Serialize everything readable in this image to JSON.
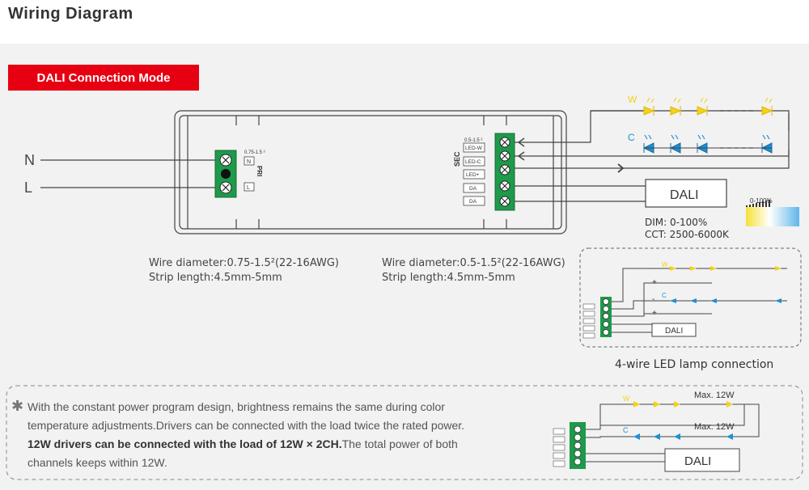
{
  "header": {
    "title": "Wiring Diagram"
  },
  "mode_label": "DALI Connection Mode",
  "input": {
    "n_label": "N",
    "l_label": "L"
  },
  "pri_block": {
    "spec": "0.75-1.5 ²",
    "terminals": [
      "N",
      "L"
    ],
    "label": "PRI"
  },
  "sec_block": {
    "spec": "0.5-1.5 ²",
    "label": "SEC",
    "terminals": [
      "LED-W",
      "LED-C",
      "LED+",
      "DA",
      "DA"
    ]
  },
  "led_rows": {
    "warm_label": "W",
    "cool_label": "C"
  },
  "dali_box": "DALI",
  "gradient": {
    "label": "0-100%"
  },
  "dim_spec": {
    "dim": "DIM: 0-100%",
    "cct": "CCT: 2500-6000K"
  },
  "wire_specs": [
    {
      "diameter": "Wire diameter:0.75-1.5²(22-16AWG)",
      "strip": "Strip length:4.5mm-5mm"
    },
    {
      "diameter": "Wire diameter:0.5-1.5²(22-16AWG)",
      "strip": "Strip length:4.5mm-5mm"
    }
  ],
  "four_wire": {
    "caption": "4-wire LED lamp connection",
    "dali": "DALI",
    "minus": "-",
    "plus": "+",
    "w": "W",
    "c": "C"
  },
  "note": {
    "symbol": "✱",
    "line1": "With the constant power program design, brightness remains the same during color",
    "line2": "temperature adjustments.Drivers can be connected with the load twice the rated power.",
    "bold": "12W drivers can be connected with the load of 12W × 2CH.",
    "rest": "The total power of both",
    "line4": "channels keeps within 12W."
  },
  "max_diagram": {
    "max_w": "Max. 12W",
    "max_c": "Max. 12W",
    "w": "W",
    "c": "C",
    "dali": "DALI"
  },
  "colors": {
    "red": "#e60012",
    "warm": "#f3d21a",
    "cool": "#1e8fd6",
    "line": "#444444"
  }
}
